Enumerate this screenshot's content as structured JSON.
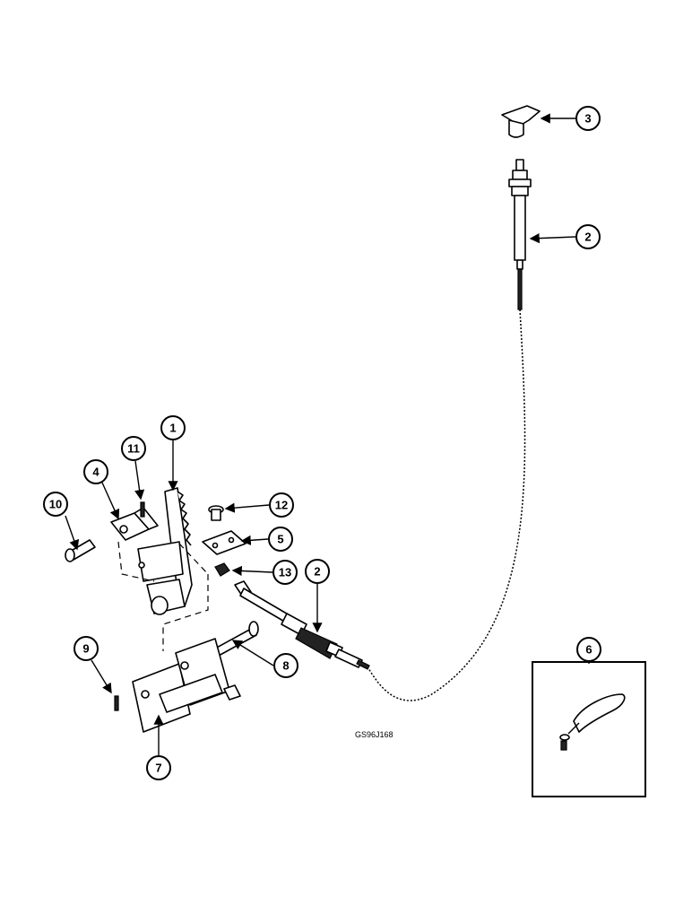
{
  "figure_reference": "GS96J168",
  "callouts": [
    "1",
    "2",
    "2",
    "3",
    "4",
    "5",
    "6",
    "7",
    "8",
    "9",
    "10",
    "11",
    "12",
    "13"
  ]
}
